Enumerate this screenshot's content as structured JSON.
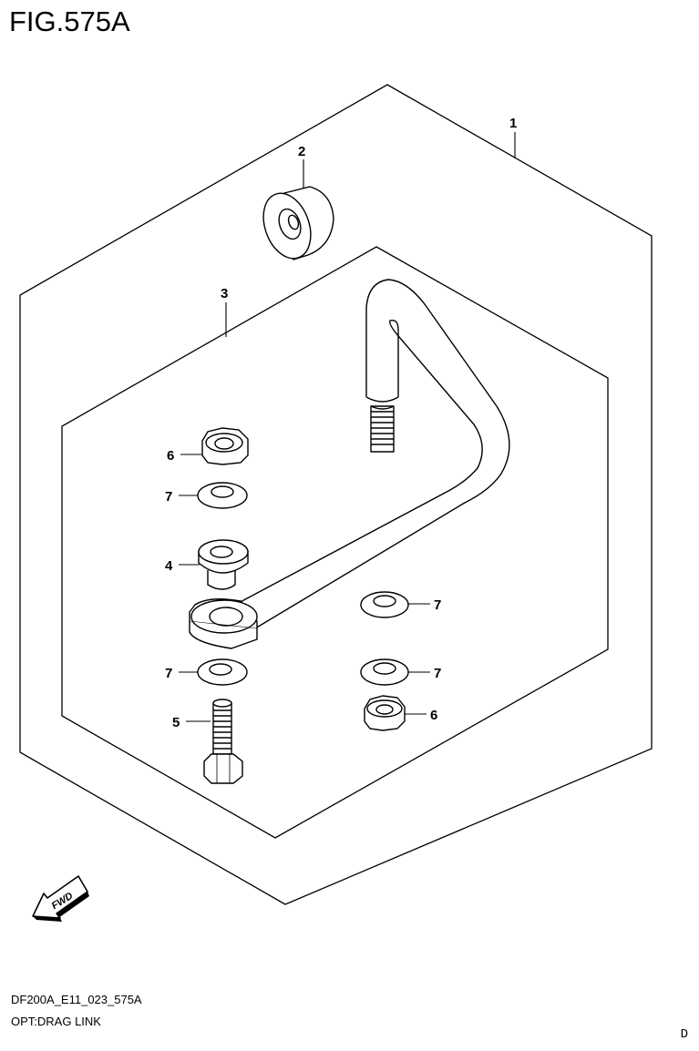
{
  "figure": {
    "title": "FIG.575A",
    "code": "DF200A_E11_023_575A",
    "description": "OPT:DRAG LINK",
    "corner_mark": "D"
  },
  "fwd_label": "FWD",
  "callouts": {
    "c1": "1",
    "c2": "2",
    "c3": "3",
    "c4": "4",
    "c5": "5",
    "c6a": "6",
    "c6b": "6",
    "c7a": "7",
    "c7b": "7",
    "c7c": "7",
    "c7d": "7"
  },
  "icons": [
    "fwd-arrow-icon"
  ]
}
